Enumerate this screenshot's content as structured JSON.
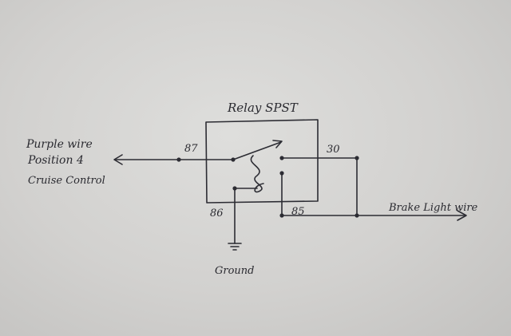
{
  "diagram": {
    "title": "Relay SPST",
    "left_label": {
      "line1": "Purple wire",
      "line2": "Position 4",
      "line3": "Cruise Control"
    },
    "right_label": "Brake Light wire",
    "ground_label": "Ground",
    "pins": {
      "p87": "87",
      "p30": "30",
      "p86": "86",
      "p85": "85"
    }
  }
}
